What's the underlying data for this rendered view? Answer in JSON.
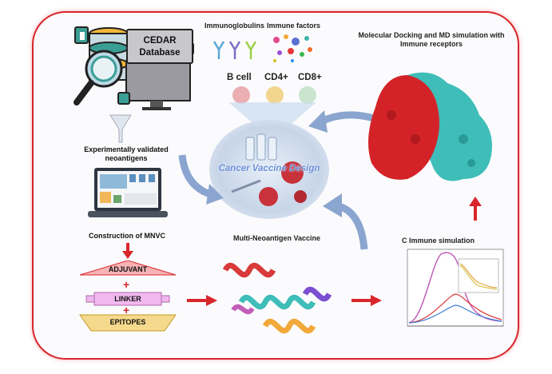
{
  "database": {
    "title_line1": "CEDAR",
    "title_line2": "Database"
  },
  "steps": {
    "validated": "Experimentally validated neoantigens",
    "construction": "Construction of MNVC",
    "vaccine": "Multi-Neoantigen Vaccine",
    "immune_sim": "C Immune simulation",
    "docking": "Molecular Docking and MD simulation with Immune receptors",
    "center": "Cancer Vaccine Design"
  },
  "construct": {
    "adjuvant": "ADJUVANT",
    "linker": "LINKER",
    "epitopes": "EPITOPES",
    "plus": "+"
  },
  "immune": {
    "immunoglobulins": "Immunoglobulins",
    "factors": "Immune factors",
    "cells": [
      {
        "label": "B cell",
        "color": "#e8a0a6"
      },
      {
        "label": "CD4+",
        "color": "#efce7a"
      },
      {
        "label": "CD8+",
        "color": "#bfe0c4"
      }
    ]
  },
  "colors": {
    "accent": "#d9262b",
    "arrow_blue": "#8aa5cf",
    "protein_red": "#d42328",
    "protein_cyan": "#3fbdb8"
  },
  "icons": [
    "database-icon",
    "magnifier-icon",
    "funnel-icon",
    "laptop-icon",
    "protein-surface-icon",
    "helix-icon",
    "plot-icon"
  ]
}
